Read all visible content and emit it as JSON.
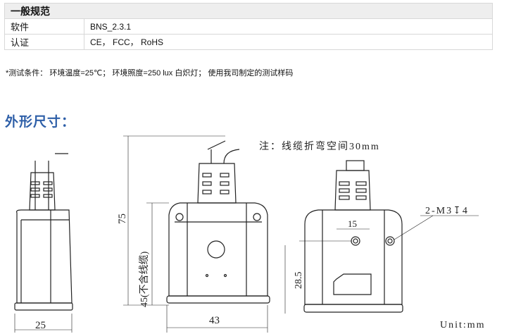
{
  "spec_table": {
    "header": "一般规范",
    "rows": [
      {
        "key": "软件",
        "value": "BNS_2.3.1"
      },
      {
        "key": "认证",
        "value": "CE， FCC， RoHS"
      }
    ]
  },
  "test_note": "*测试条件： 环境温度=25℃； 环境照度=250 lux 白炽灯； 使用我司制定的测试样码",
  "section_title": "外形尺寸：",
  "drawing": {
    "note": "注：线缆折弯空间30mm",
    "dim_width_side": "25",
    "dim_width_front": "43",
    "dim_height_total": "75",
    "dim_height_body": "45(不含线缆)",
    "dim_hole_spacing": "15",
    "dim_hole_height": "28.5",
    "hole_callout": "2-M3↧4",
    "unit": "Unit:mm"
  }
}
